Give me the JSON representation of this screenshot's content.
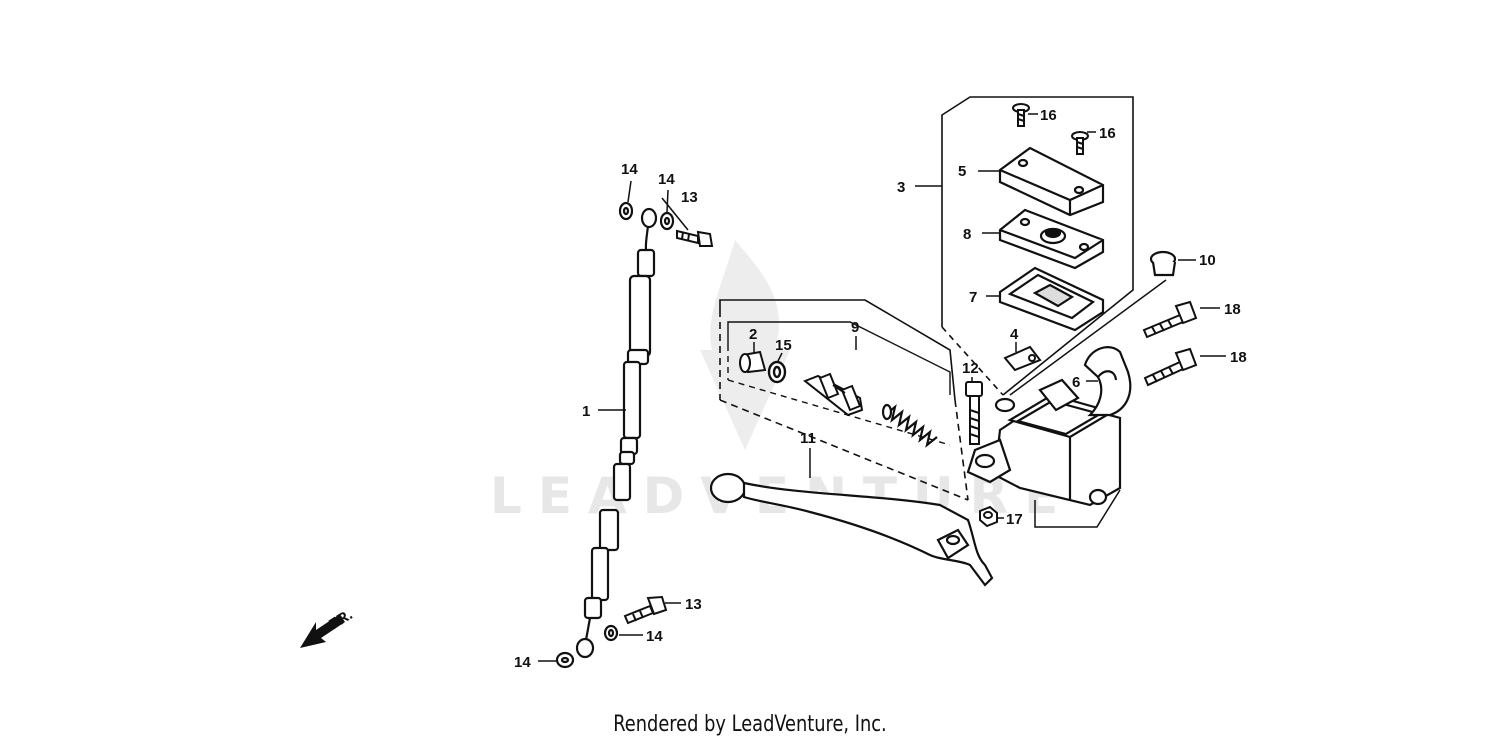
{
  "watermark": {
    "text": "LEADVENTURE"
  },
  "direction": {
    "label": "FR."
  },
  "callouts": {
    "c1": "1",
    "c2": "2",
    "c3": "3",
    "c4": "4",
    "c5": "5",
    "c6": "6",
    "c7": "7",
    "c8": "8",
    "c9": "9",
    "c10": "10",
    "c11": "11",
    "c12": "12",
    "c13a": "13",
    "c13b": "13",
    "c14a": "14",
    "c14b": "14",
    "c14c": "14",
    "c14d": "14",
    "c15": "15",
    "c16a": "16",
    "c16b": "16",
    "c17": "17",
    "c18a": "18",
    "c18b": "18"
  },
  "footer": {
    "text": "Rendered by LeadVenture, Inc."
  }
}
